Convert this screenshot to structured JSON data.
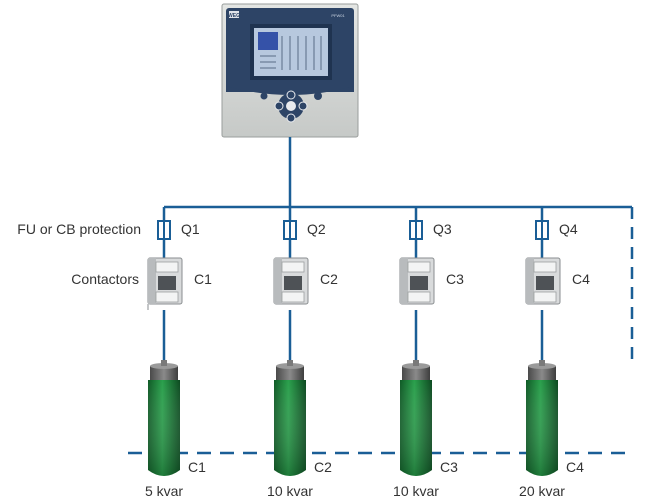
{
  "labels": {
    "fu_cb_protection": "FU or CB protection",
    "contactors": "Contactors"
  },
  "controller": {
    "brand": "WEG",
    "model": "PFW01"
  },
  "steps": [
    {
      "protection": "Q1",
      "contactor": "C1",
      "capacitor": "C1",
      "rating": "5 kvar"
    },
    {
      "protection": "Q2",
      "contactor": "C2",
      "capacitor": "C2",
      "rating": "10 kvar"
    },
    {
      "protection": "Q3",
      "contactor": "C3",
      "capacitor": "C3",
      "rating": "10 kvar"
    },
    {
      "protection": "Q4",
      "contactor": "C4",
      "capacitor": "C4",
      "rating": "20 kvar"
    }
  ],
  "colors": {
    "wire": "#1a5e96",
    "capacitor_green": "#1c8a3e",
    "capacitor_cap": "#6d6d6d",
    "controller_body": "#d7dad8",
    "controller_face": "#2d4466",
    "screen": "#b7c8de"
  }
}
